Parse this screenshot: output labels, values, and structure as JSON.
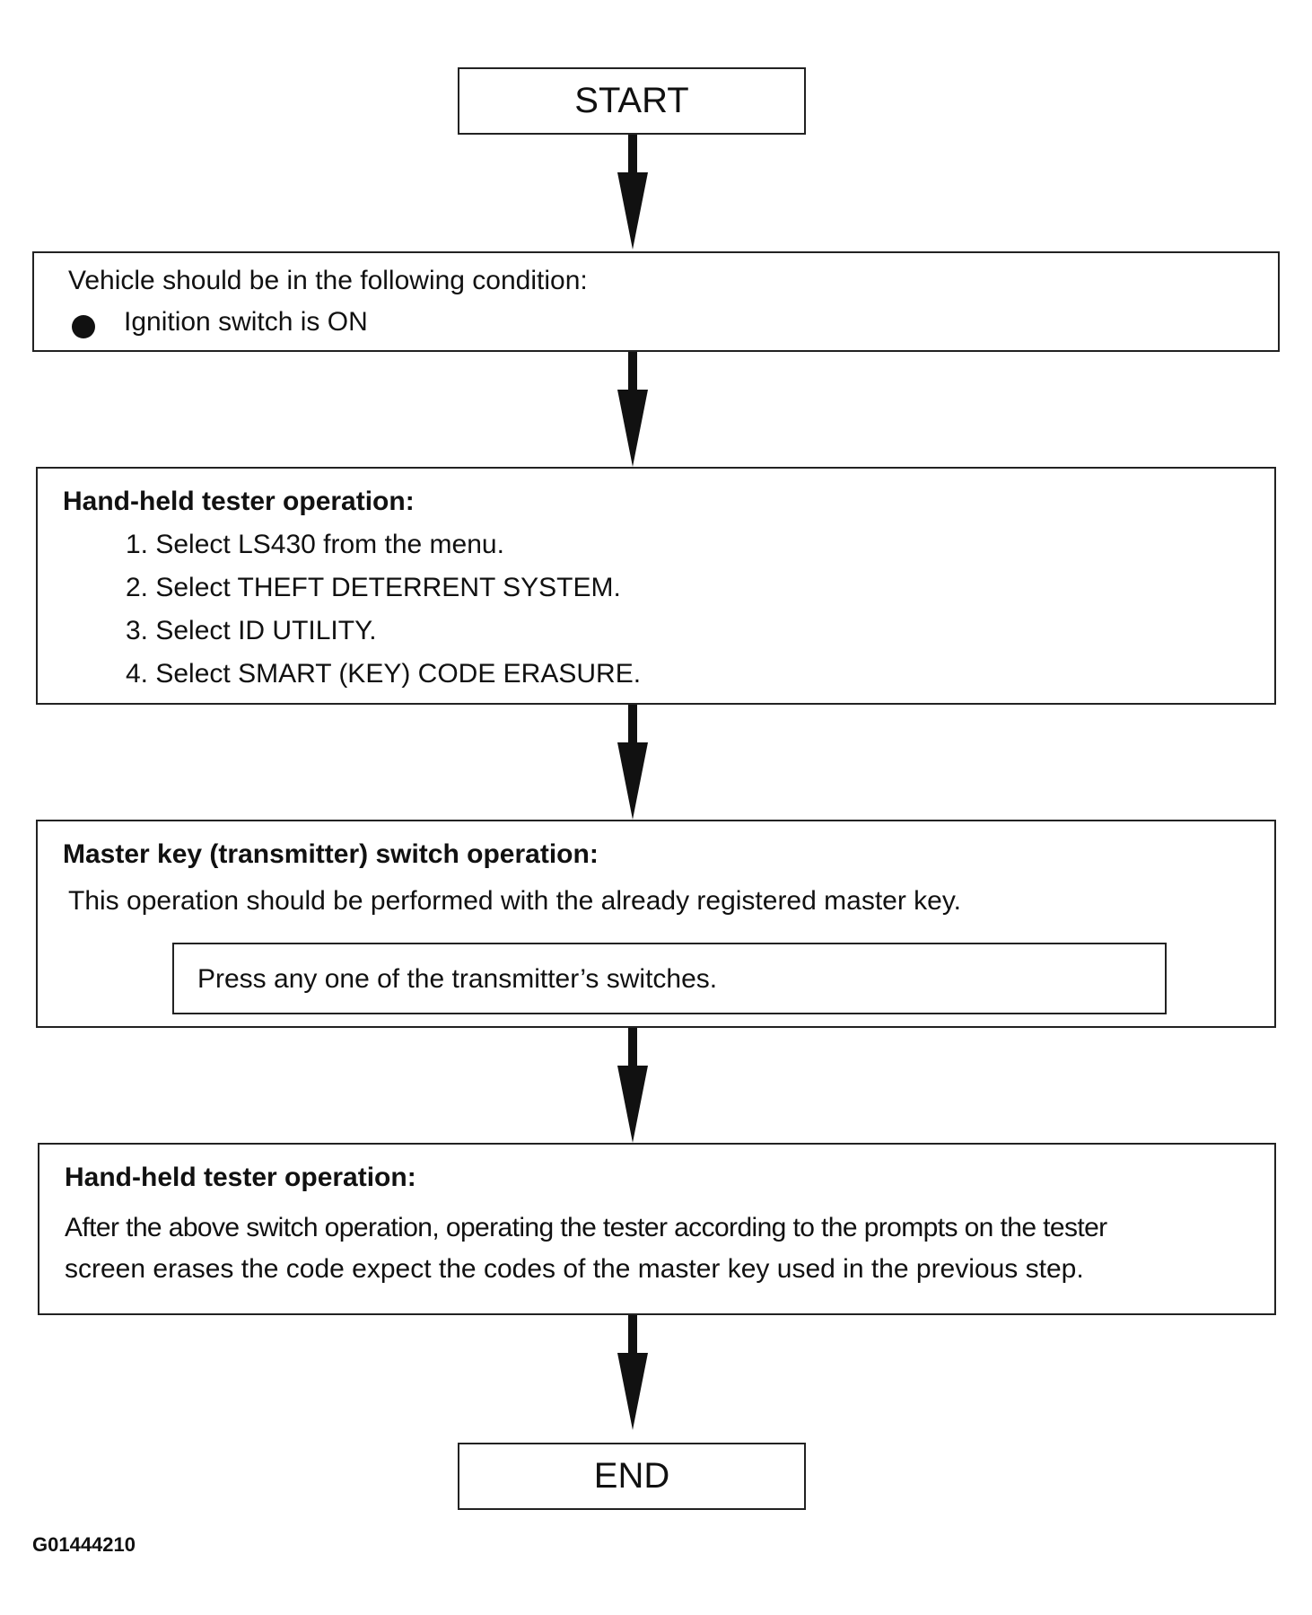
{
  "start_label": "START",
  "end_label": "END",
  "step1": {
    "intro": "Vehicle should be in the following condition:",
    "bullet": "Ignition switch is ON"
  },
  "step2": {
    "heading": "Hand-held tester operation:",
    "items": [
      "1. Select LS430 from the menu.",
      "2. Select THEFT DETERRENT SYSTEM.",
      "3. Select ID UTILITY.",
      "4. Select SMART (KEY) CODE ERASURE."
    ]
  },
  "step3": {
    "heading": "Master key (transmitter) switch operation:",
    "text": "This operation should be performed with the already registered master key.",
    "inner_text": "Press any one of the transmitter’s switches."
  },
  "step4": {
    "heading": "Hand-held tester operation:",
    "lines": [
      "After the above switch operation, operating the tester according to the prompts on the tester",
      "screen erases the code expect the codes of the master key used in the previous step."
    ]
  },
  "figure_id": "G01444210"
}
